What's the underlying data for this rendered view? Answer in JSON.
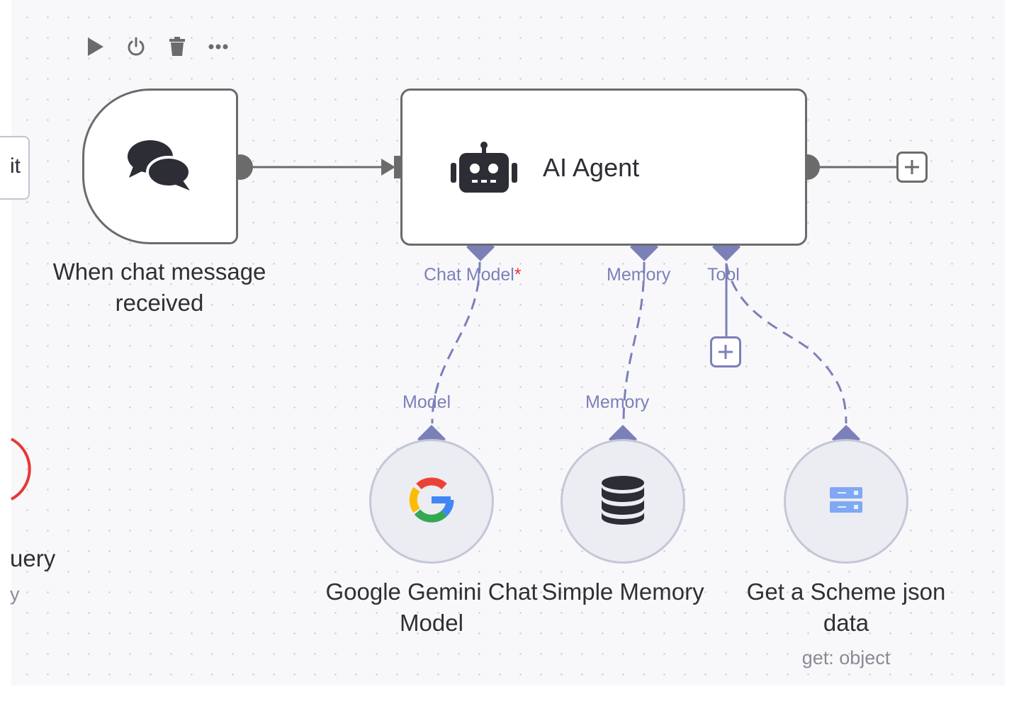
{
  "toolbar": {
    "icons": [
      "play-icon",
      "power-icon",
      "trash-icon",
      "more-icon"
    ]
  },
  "nodes": {
    "left_partial_top": {
      "text": "it"
    },
    "left_partial_bottom": {
      "title": "uery",
      "subtitle": "y"
    },
    "trigger": {
      "title": "When chat message received",
      "icon": "chat-bubbles-icon"
    },
    "agent": {
      "title": "AI Agent",
      "icon": "robot-icon"
    },
    "gemini": {
      "title": "Google Gemini Chat Model",
      "icon": "google-g-icon",
      "port_label": "Model"
    },
    "memory": {
      "title": "Simple Memory",
      "icon": "database-icon",
      "port_label": "Memory"
    },
    "scheme": {
      "title": "Get a Scheme json data",
      "subtitle": "get: object",
      "icon": "server-icon"
    }
  },
  "agent_ports": {
    "chat_model": "Chat Model",
    "required_mark": "*",
    "memory": "Memory",
    "tool": "Tool"
  },
  "colors": {
    "node_border": "#6b6b6b",
    "port_purple": "#7b80b8",
    "required_red": "#e53935"
  }
}
